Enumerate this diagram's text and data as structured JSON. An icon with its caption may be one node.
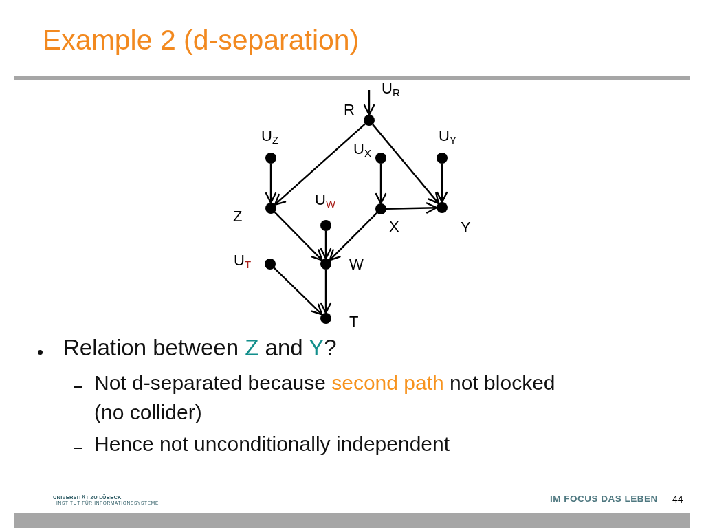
{
  "diagram": {
    "title": "Example 2 (d-separation)",
    "nodes": [
      {
        "text": [],
        "shape": "circle",
        "beside": [
          "R"
        ]
      },
      {
        "text": [],
        "shape": "circle",
        "beside": [
          "U$_{Z}$"
        ]
      },
      {
        "text": [],
        "shape": "circle",
        "beside": [
          "U$_{X}$"
        ]
      },
      {
        "text": [],
        "shape": "circle",
        "beside": [
          "U$_{Y}$"
        ]
      },
      {
        "text": [],
        "shape": "circle",
        "beside": [
          "Z"
        ]
      },
      {
        "text": [],
        "shape": "circle",
        "beside": [
          "U$_{W}$"
        ]
      },
      {
        "text": [],
        "shape": "circle",
        "beside": [
          "X"
        ]
      },
      {
        "text": [],
        "shape": "circle",
        "beside": [
          "Y"
        ]
      },
      {
        "text": [],
        "shape": "circle",
        "beside": [
          "U$_{T}$"
        ]
      },
      {
        "text": [],
        "shape": "circle",
        "beside": [
          "W"
        ]
      },
      {
        "text": [],
        "shape": "circle",
        "beside": [
          "T"
        ]
      }
    ],
    "edges": [
      {
        "from": null,
        "to": 0,
        "arrow": "to"
      },
      {
        "from": 0,
        "to": 4,
        "arrow": "to"
      },
      {
        "from": 0,
        "to": 7,
        "arrow": "to"
      },
      {
        "from": 1,
        "to": 4,
        "arrow": "to"
      },
      {
        "from": 2,
        "to": 6,
        "arrow": "to"
      },
      {
        "from": 3,
        "to": 7,
        "arrow": "to"
      },
      {
        "from": 6,
        "to": 7,
        "arrow": "to"
      },
      {
        "from": 4,
        "to": 9,
        "arrow": "to"
      },
      {
        "from": 5,
        "to": 9,
        "arrow": "to"
      },
      {
        "from": 6,
        "to": 9,
        "arrow": "to"
      },
      {
        "from": 8,
        "to": 10,
        "arrow": "to"
      },
      {
        "from": 9,
        "to": 10,
        "arrow": "to"
      }
    ],
    "labels": [
      "U$_{R}$",
      "Relation between Z and Y?",
      "Not d-separated because second path not blocked (no collider)",
      "Hence not unconditionally independent",
      "UNIVERSITÄT ZU LÜBECK",
      "INSTITUT FÜR INFORMATIONSSYSTEME",
      "IM FOCUS DAS LEBEN",
      "44"
    ]
  }
}
